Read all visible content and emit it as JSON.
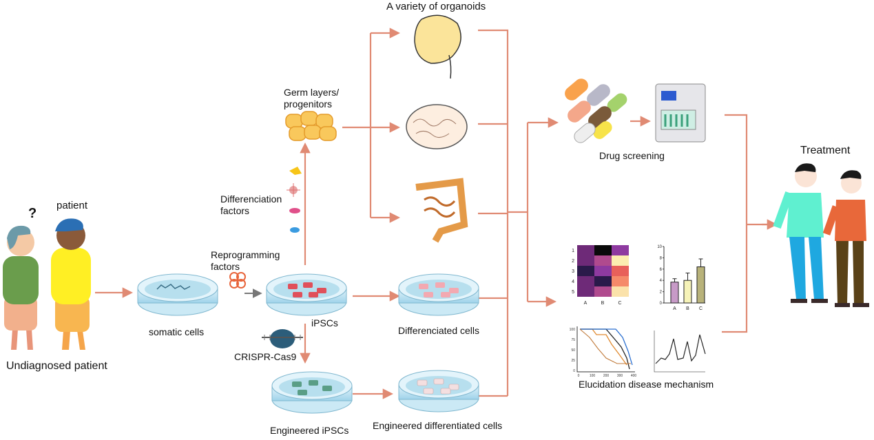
{
  "labels": {
    "variety_of_organoids": "A variety of organoids",
    "germ_layers": "Germ layers/ progenitors",
    "differenciation_factors": "Differenciation factors",
    "patient": "patient",
    "question_mark": "?",
    "undiagnosed_patient": "Undiagnosed patient",
    "somatic_cells": "somatic cells",
    "reprogramming_factors": "Reprogramming factors",
    "ipscs": "iPSCs",
    "crispr": "CRISPR-Cas9",
    "differenciated_cells": "Differenciated cells",
    "engineered_ipscs": "Engineered iPSCs",
    "engineered_differentiated_cells": "Engineered differentiated cells",
    "drug_screening": "Drug screening",
    "treatment": "Treatment",
    "elucidation": "Elucidation disease mechanism"
  },
  "heatmap": {
    "row_labels": [
      "1",
      "2",
      "3",
      "4",
      "5"
    ],
    "col_labels": [
      "A",
      "B",
      "C"
    ]
  },
  "bar_chart": {
    "y_ticks": [
      "0",
      "2",
      "4",
      "6",
      "8",
      "10"
    ],
    "categories": [
      "A",
      "B",
      "C"
    ],
    "values": [
      3.7,
      4.0,
      6.4
    ],
    "errors": [
      0.6,
      1.3,
      1.4
    ],
    "ylim": [
      0,
      10
    ],
    "colors": [
      "#c79ac7",
      "#f6f3b8",
      "#b8b27a"
    ]
  },
  "survival_chart": {
    "y_ticks": [
      "100",
      "75",
      "50",
      "25",
      "0"
    ],
    "x_ticks": [
      "0",
      "100",
      "200",
      "300",
      "400"
    ]
  },
  "colors": {
    "arrow": "#e08a73",
    "dish_blue": "#bfe3f2",
    "ipsc_red": "#e0505a"
  }
}
